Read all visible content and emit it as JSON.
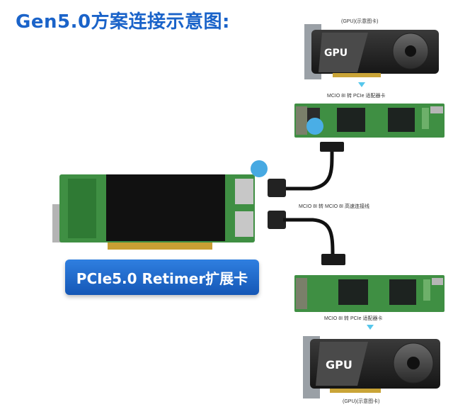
{
  "title": "Gen5.0方案连接示意图:",
  "labels": {
    "gpu_top_caption": "(GPU)(示意图卡)",
    "adapter_top_caption": "MCIO 8I 转 PCIe 适配器卡",
    "cable_caption": "MCIO 8I 转 MCIO 8I 高速连接线",
    "adapter_bottom_caption": "MCIO 8I 转 PCIe 适配器卡",
    "gpu_bottom_caption": "(GPU)(示意图卡)",
    "retimer_badge": "PCIe5.0 Retimer扩展卡"
  },
  "gpu": {
    "top_label": "GPU",
    "bottom_label": "GPU"
  },
  "colors": {
    "title": "#1a63c9",
    "badge": "#1f6fd0",
    "pcb_green": "#3f8f43",
    "heatsink": "#111111",
    "arrow": "#56c7ec",
    "cable": "#111111"
  }
}
